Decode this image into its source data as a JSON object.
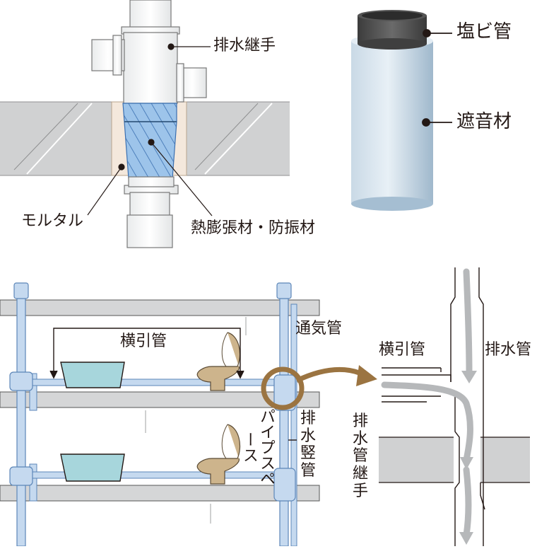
{
  "panel_top_left": {
    "joint_label": "排水継手",
    "mortar_label": "モルタル",
    "expansion_label": "熱膨張材・防振材"
  },
  "panel_top_right": {
    "pvc_label": "塩ビ管",
    "insulation_label": "遮音材"
  },
  "panel_bottom_left": {
    "horizontal_pipe_label": "横引管",
    "vent_pipe_label": "通気管",
    "drain_stack_label": "排水竪管",
    "pipe_space_label": "パイプスペース"
  },
  "panel_bottom_right": {
    "horizontal_pipe_label": "横引管",
    "drain_pipe_label": "排水管",
    "joint_label": "排水管継手"
  },
  "colors": {
    "pipe_fill": "#c5d9ef",
    "pipe_stroke": "#5c86b8",
    "floor_slab": "#d0d1d2",
    "mortar": "#f4e8dc",
    "expansion": "#8fbbe3",
    "pvc_dark": "#4a4a4a",
    "insulation": "#d6e4ef",
    "basin": "#a7d6dc",
    "toilet": "#cdb48c",
    "callout_ring": "#9b7441",
    "flow_arrow": "#b6b8ba"
  }
}
